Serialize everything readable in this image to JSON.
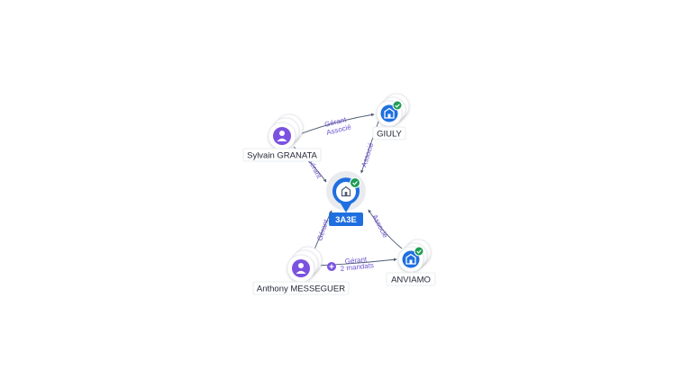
{
  "colors": {
    "person": "#7b52e0",
    "company": "#1f6fe0",
    "active": "#1f9d55",
    "edge_label": "#6e56cf",
    "edge": "#4d5b73",
    "center_label_bg": "#1f6fe0"
  },
  "nodes": {
    "center": {
      "label": "3A3E",
      "icon": "company-building-icon",
      "status_icon": "active-check-icon"
    },
    "giuly": {
      "label": "GIULY",
      "icon": "company-building-icon",
      "status_icon": "active-check-icon"
    },
    "anviamo": {
      "label": "ANVIAMO",
      "icon": "company-building-icon",
      "status_icon": "active-check-icon"
    },
    "sylvain": {
      "label": "Sylvain GRANATA",
      "icon": "person-icon"
    },
    "anthony": {
      "label": "Anthony MESSEGUER",
      "icon": "person-icon",
      "expand_icon": "plus-icon"
    }
  },
  "edges": {
    "sylvain_giuly": {
      "label_1": "Gérant",
      "label_2": "Associé"
    },
    "sylvain_center": {
      "label": "Gérant"
    },
    "giuly_center": {
      "label": "Associé"
    },
    "anviamo_center": {
      "label": "Associé"
    },
    "anthony_center": {
      "label": "Gérant"
    },
    "anthony_anviamo": {
      "label_1": "Gérant",
      "label_2": "2 mandats"
    }
  }
}
